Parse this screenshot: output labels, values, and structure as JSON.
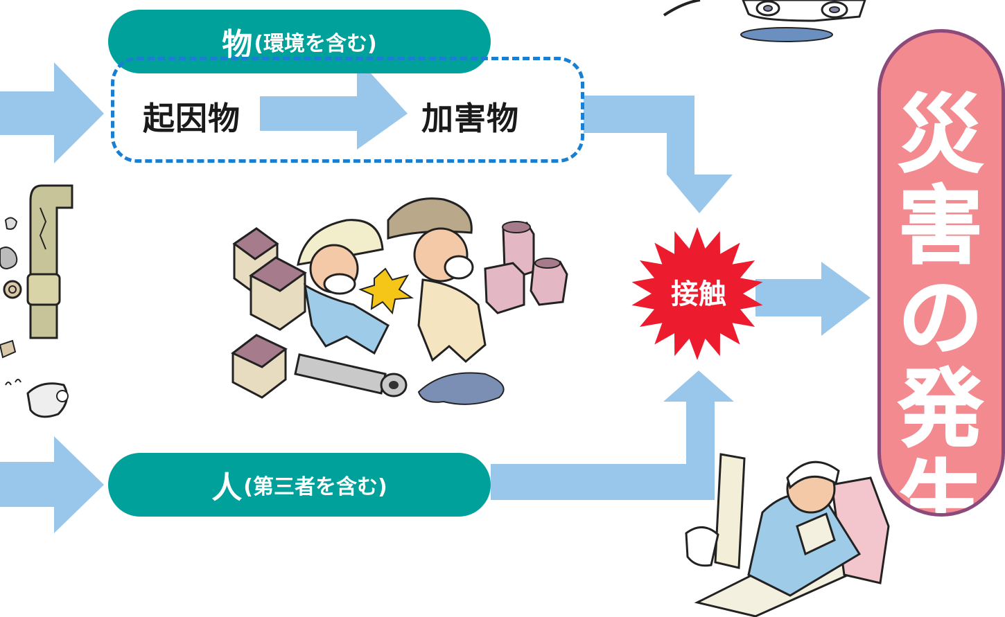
{
  "colors": {
    "teal": "#00a19a",
    "arrow_blue": "#99c7eb",
    "dash_blue": "#1a7fd0",
    "burst_red": "#ec1c2e",
    "disaster_pink": "#f28a8f",
    "disaster_border": "#8c4a7a"
  },
  "thing_node": {
    "main": "物",
    "sub": "(環境を含む)"
  },
  "person_node": {
    "main": "人",
    "sub": "(第三者を含む)"
  },
  "cause_object": "起因物",
  "harm_object": "加害物",
  "contact": "接触",
  "disaster": [
    "災",
    "害",
    "の",
    "発",
    "生"
  ],
  "illustrations": [
    {
      "name": "truck-accident-illustration"
    },
    {
      "name": "damaged-pipe-illustration"
    },
    {
      "name": "workers-collision-illustration"
    },
    {
      "name": "injured-worker-illustration"
    }
  ]
}
